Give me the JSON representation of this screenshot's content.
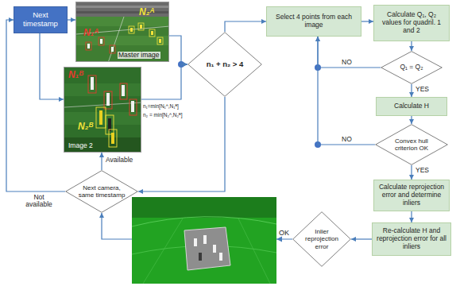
{
  "diagram": {
    "nodes": [
      {
        "text": [
          "Next timestamp"
        ]
      },
      {
        "text": [
          "N₂ᴬ",
          "N₁ᴬ",
          "Master image"
        ]
      },
      {
        "text": [
          "N₁ᴮ",
          "N₂ᴮ",
          "Image 2"
        ]
      },
      {
        "text": [
          "n₁ + n₂ > 4"
        ]
      },
      {
        "text": [
          "Select 4 points from each image"
        ]
      },
      {
        "text": [
          "Calculate Q₁, Q₂ values for quadril. 1 and 2"
        ]
      },
      {
        "text": [
          "Q₁ = Q₂"
        ]
      },
      {
        "text": [
          "Calculate H"
        ]
      },
      {
        "text": [
          "Convex hull criterion OK"
        ]
      },
      {
        "text": [
          "Calculate reprojection error and determine inliers"
        ]
      },
      {
        "text": [
          "Re-calculate H and reprojection error for all inliers"
        ]
      },
      {
        "text": [
          "Inlier reprojection error"
        ]
      },
      {
        "text": [
          "Next camera, same timestamp"
        ]
      }
    ],
    "edges": [
      {
        "from": 0,
        "to": 1,
        "arrow": "to"
      },
      {
        "from": 0,
        "to": 2,
        "arrow": "to"
      },
      {
        "from": 1,
        "to": 3,
        "arrow": "to"
      },
      {
        "from": 2,
        "to": 3,
        "arrow": "to"
      },
      {
        "from": 3,
        "to": 4,
        "arrow": "to"
      },
      {
        "from": 3,
        "to": 12,
        "arrow": "to"
      },
      {
        "from": 4,
        "to": 5,
        "arrow": "to"
      },
      {
        "from": 5,
        "to": 6,
        "arrow": "to"
      },
      {
        "from": 6,
        "to": 4,
        "label": "NO",
        "arrow": "to"
      },
      {
        "from": 6,
        "to": 7,
        "label": "YES",
        "arrow": "to"
      },
      {
        "from": 7,
        "to": 8,
        "arrow": "to"
      },
      {
        "from": 8,
        "to": 4,
        "label": "NO",
        "arrow": "to"
      },
      {
        "from": 8,
        "to": 9,
        "label": "YES",
        "arrow": "to"
      },
      {
        "from": 9,
        "to": 10,
        "arrow": "to"
      },
      {
        "from": 10,
        "to": 11,
        "arrow": "to"
      },
      {
        "from": 11,
        "to": 12,
        "label": "OK",
        "arrow": "to"
      },
      {
        "from": 12,
        "to": 2,
        "label": "Available",
        "arrow": "to"
      },
      {
        "from": 12,
        "to": 0,
        "label": "Not available",
        "arrow": "to"
      }
    ],
    "labels": [
      "n₁=min[N₁ᴬ,N₁ᴮ]",
      "n₂ = min[N₂ᴬ,N₂ᴮ]"
    ]
  }
}
